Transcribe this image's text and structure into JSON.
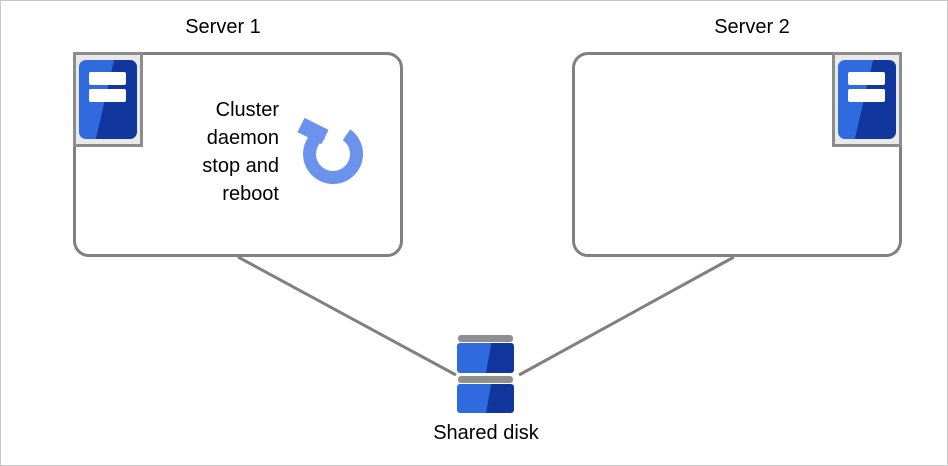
{
  "server1": {
    "title": "Server 1",
    "note_lines": [
      "Cluster",
      "daemon",
      "stop and",
      "reboot"
    ]
  },
  "server2": {
    "title": "Server 2"
  },
  "shared_disk": {
    "label": "Shared disk"
  },
  "icons": {
    "server1_icon": "server-tower-icon",
    "server2_icon": "server-tower-icon",
    "reboot_icon": "reboot-circular-arrow-icon",
    "disk_icon": "stacked-shared-disk-icon"
  },
  "colors": {
    "box_border": "#808080",
    "connector": "#808080",
    "icon_frame_border": "#8c8c8c",
    "icon_frame_fill": "#e9e9e9",
    "server_blue_light": "#2f6bdf",
    "server_blue_dark": "#11379e",
    "disk_cap_gray": "#8f8f8f",
    "reboot_arrow_blue": "#6b93ee",
    "text": "#000000",
    "page_background": "#ffffff",
    "page_border": "#c9c9c9"
  }
}
